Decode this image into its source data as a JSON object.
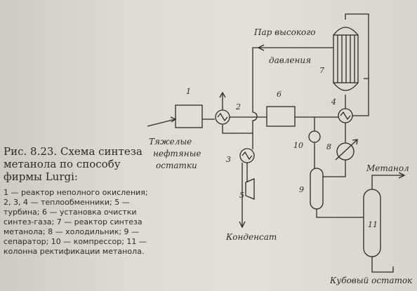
{
  "caption": {
    "title": "Рис. 8.23. Схема синтеза метанола по способу фирмы Lurgi:",
    "legend": "1 — реактор неполного окисления; 2, 3, 4 — теплообменники; 5 — турбина; 6 — установка очистки синтез-газа; 7 — реактор синтеза метанола; 8 — холодильник; 9 — сепаратор; 10 — компрессор; 11 — колонна ректификации метанола."
  },
  "diagram": {
    "labels": {
      "feed_1": "Тяжелые",
      "feed_2": "нефтяные",
      "feed_3": "остатки",
      "steam_1": "Пар высокого",
      "steam_2": "давления",
      "condensate": "Конденсат",
      "methanol": "Метанол",
      "bottoms": "Кубовый остаток"
    },
    "numbers": {
      "n1": "1",
      "n2": "2",
      "n3": "3",
      "n4": "4",
      "n5": "5",
      "n6": "6",
      "n7": "7",
      "n8": "8",
      "n9": "9",
      "n10": "10",
      "n11": "11"
    }
  }
}
